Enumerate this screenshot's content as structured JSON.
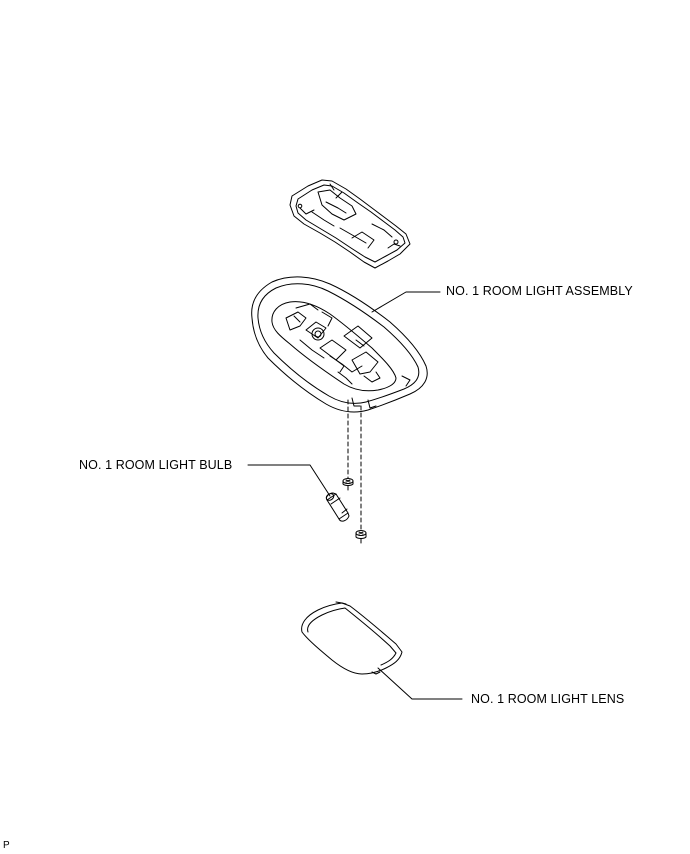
{
  "callouts": {
    "assembly": "NO. 1 ROOM LIGHT ASSEMBLY",
    "bulb": "NO. 1 ROOM LIGHT BULB",
    "lens": "NO. 1 ROOM LIGHT LENS"
  },
  "figure_code": "P"
}
